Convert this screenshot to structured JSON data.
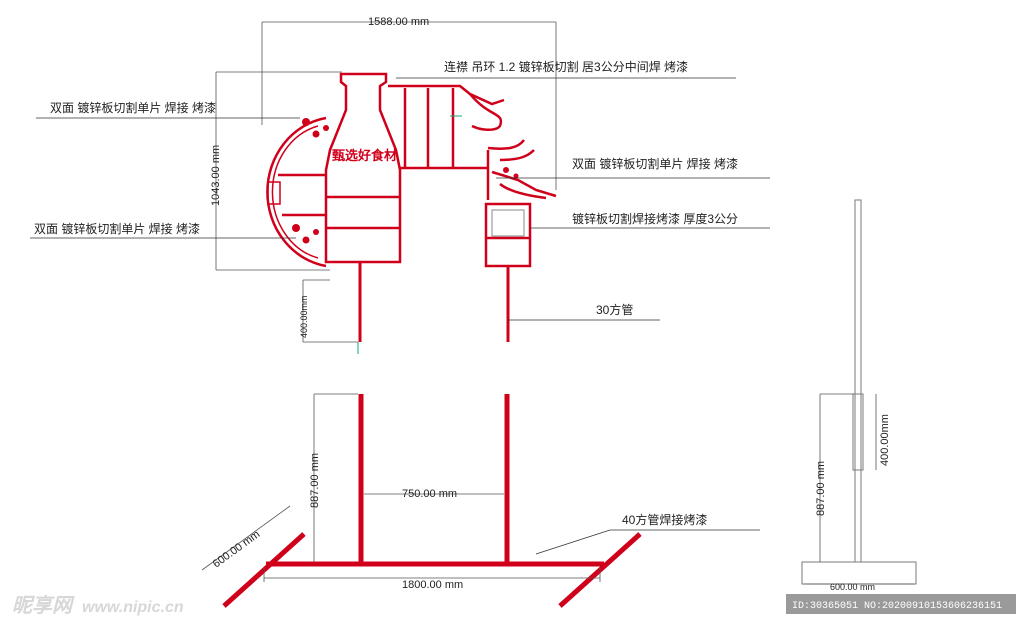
{
  "colors": {
    "structure": "#d0001b",
    "dimension": "#555555",
    "leader": "#333333",
    "guide": "#1aa86b",
    "watermark": "#d7d7d7",
    "idbar": "#9a9a9a"
  },
  "dimensions": {
    "top_width": "1588.00 mm",
    "height": "1043.00 mm",
    "leg_height": "400.00mm",
    "base_height": "887.00 mm",
    "span": "750.00 mm",
    "base_width": "1800.00 mm",
    "base_diag": "600.00 mm",
    "side_upper": "400.00mm",
    "side_base_height": "887.00 mm",
    "side_base_width": "600.00 mm"
  },
  "notes": {
    "top_hanger": "连襟  吊环  1.2 镀锌板切割 居3公分中间焊  烤漆",
    "left_upper": "双面  镀锌板切割单片 焊接 烤漆",
    "left_lower": "双面  镀锌板切割单片 焊接 烤漆",
    "right_mid": "双面  镀锌板切割单片 焊接 烤漆",
    "right_box": "镀锌板切割焊接烤漆  厚度3公分",
    "tube30": "30方管",
    "tube40": "40方管焊接烤漆"
  },
  "sign_text": "甄选好食材",
  "watermark": {
    "logo": "昵享网",
    "url": "www.nipic.cn",
    "id_line": "ID:30365051 NO:20200910153606236151"
  }
}
